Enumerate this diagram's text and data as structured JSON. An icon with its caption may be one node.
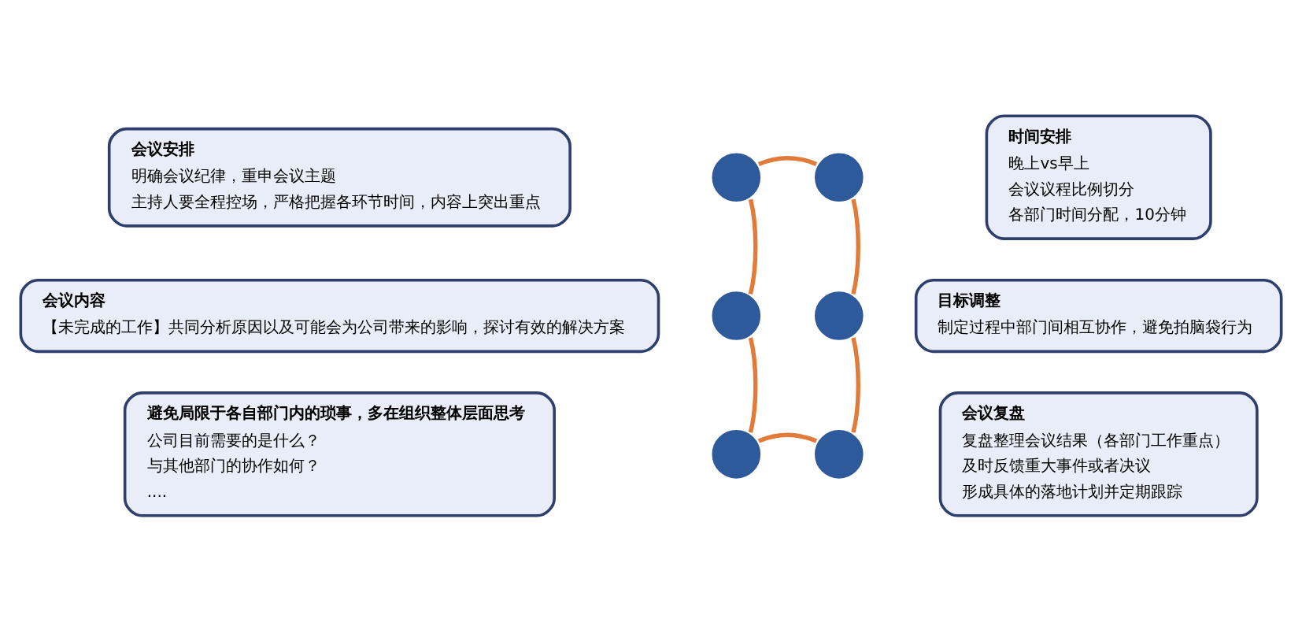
{
  "diagram": {
    "nodes": [
      {
        "text": [
          "会议安排",
          "明确会议纪律，重申会议主题",
          "主持人要全程控场，严格把握各环节时间，内容上突出重点"
        ]
      },
      {
        "text": [
          "时间安排",
          "晚上vs早上",
          "会议议程比例切分",
          "各部门时间分配，10分钟"
        ]
      },
      {
        "text": [
          "会议内容",
          "【未完成的工作】共同分析原因以及可能会为公司带来的影响，探讨有效的解决方案"
        ]
      },
      {
        "text": [
          "目标调整",
          "制定过程中部门间相互协作，避免拍脑袋行为"
        ]
      },
      {
        "text": [
          "避免局限于各自部门内的琐事，多在组织整体层面思考",
          "公司目前需要的是什么？",
          "与其他部门的协作如何？",
          "...."
        ]
      },
      {
        "text": [
          "会议复盘",
          "复盘整理会议结果（各部门工作重点）",
          "及时反馈重大事件或者决议",
          "形成具体的落地计划并定期跟踪"
        ]
      },
      {
        "text": [],
        "shape": "circle"
      },
      {
        "text": [],
        "shape": "circle"
      },
      {
        "text": [],
        "shape": "circle"
      },
      {
        "text": [],
        "shape": "circle"
      },
      {
        "text": [],
        "shape": "circle"
      },
      {
        "text": [],
        "shape": "circle"
      }
    ],
    "edges": [
      {
        "from": 6,
        "to": 7,
        "arrow": "none"
      },
      {
        "from": 7,
        "to": 9,
        "arrow": "none"
      },
      {
        "from": 9,
        "to": 11,
        "arrow": "none"
      },
      {
        "from": 11,
        "to": 10,
        "arrow": "none"
      },
      {
        "from": 10,
        "to": 8,
        "arrow": "none"
      },
      {
        "from": 8,
        "to": 6,
        "arrow": "none"
      }
    ]
  }
}
